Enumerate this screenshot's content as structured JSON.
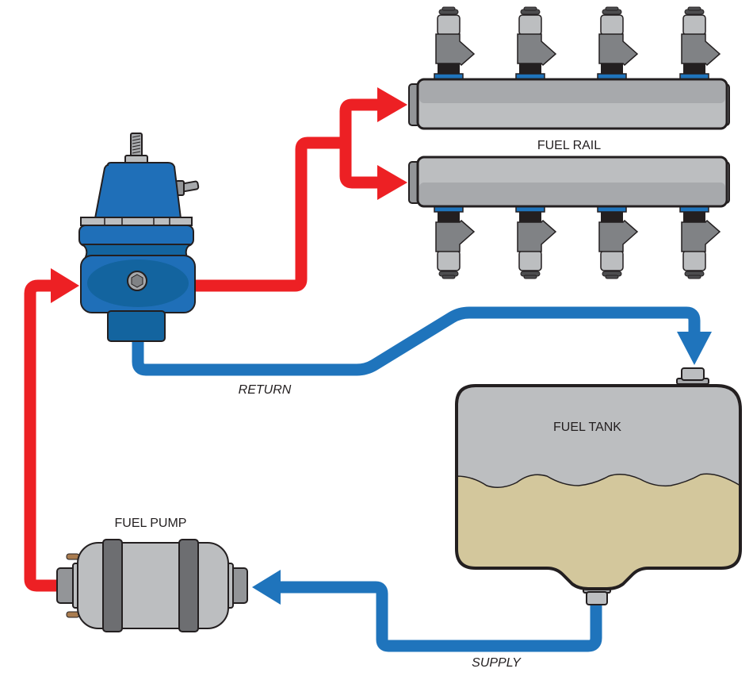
{
  "diagram": {
    "title": "Fuel system flow diagram",
    "labels": {
      "fuel_rail": "FUEL RAIL",
      "fuel_pump": "FUEL PUMP",
      "fuel_tank": "FUEL TANK",
      "return_line": "RETURN",
      "supply_line": "SUPPLY"
    },
    "components": [
      {
        "id": "fuel-pressure-regulator",
        "name": "Fuel pressure regulator"
      },
      {
        "id": "fuel-rail-upper",
        "name": "Upper fuel rail",
        "injectors": 4
      },
      {
        "id": "fuel-rail-lower",
        "name": "Lower fuel rail",
        "injectors": 4
      },
      {
        "id": "fuel-pump",
        "name": "Fuel pump"
      },
      {
        "id": "fuel-tank",
        "name": "Fuel tank"
      }
    ],
    "flows": [
      {
        "from": "fuel-tank",
        "to": "fuel-pump",
        "label": "SUPPLY",
        "color_role": "low-pressure"
      },
      {
        "from": "fuel-pump",
        "to": "fuel-pressure-regulator",
        "label": "",
        "color_role": "high-pressure"
      },
      {
        "from": "fuel-pressure-regulator",
        "to": "fuel-rail-upper",
        "label": "",
        "color_role": "high-pressure"
      },
      {
        "from": "fuel-pressure-regulator",
        "to": "fuel-rail-lower",
        "label": "",
        "color_role": "high-pressure"
      },
      {
        "from": "fuel-pressure-regulator",
        "to": "fuel-tank",
        "label": "RETURN",
        "color_role": "low-pressure"
      }
    ],
    "colors": {
      "high_pressure_line": "#ed2024",
      "low_pressure_line": "#1f74bc",
      "regulator_body": "#1f6fb8",
      "regulator_dark": "#13649f",
      "rail_light": "#bcbec0",
      "rail_dark": "#a7a9ac",
      "injector_body": "#808285",
      "fuel_liquid": "#d3c79c",
      "tank_air": "#bcbec0",
      "outline": "#231f20",
      "pump_band": "#6d6e71",
      "terminal": "#a97c50"
    }
  }
}
